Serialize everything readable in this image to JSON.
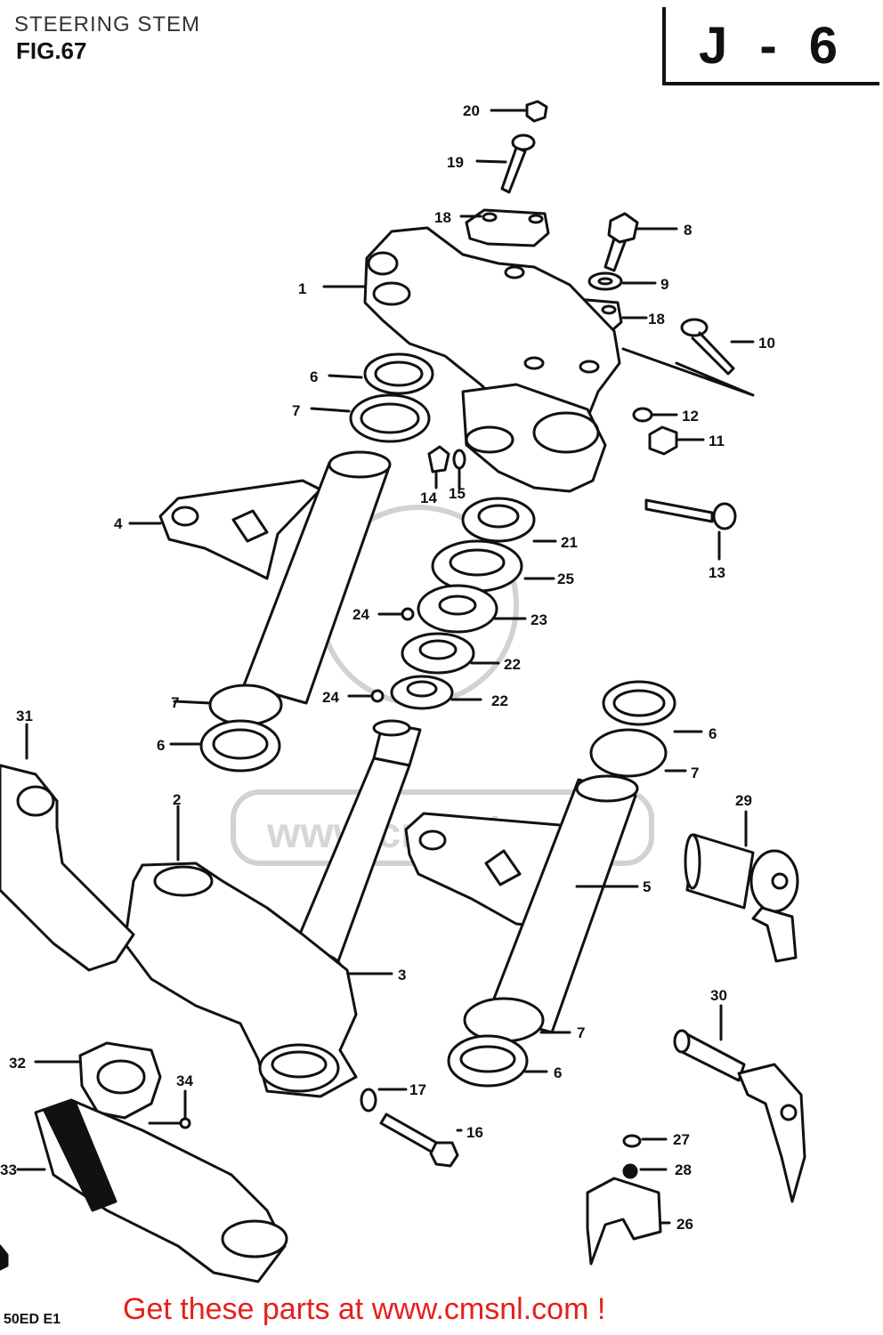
{
  "header": {
    "title": "STEERING STEM",
    "figure": "FIG.67",
    "sheet_code": "J - 6"
  },
  "callouts": {
    "c1": "1",
    "c2": "2",
    "c3": "3",
    "c4": "4",
    "c5": "5",
    "c6a": "6",
    "c6b": "6",
    "c6c": "6",
    "c6d": "6",
    "c7a": "7",
    "c7b": "7",
    "c7c": "7",
    "c7d": "7",
    "c8": "8",
    "c9": "9",
    "c10": "10",
    "c11": "11",
    "c12": "12",
    "c13": "13",
    "c14": "14",
    "c15": "15",
    "c16": "16",
    "c17": "17",
    "c18a": "18",
    "c18b": "18",
    "c19": "19",
    "c20": "20",
    "c21": "21",
    "c22a": "22",
    "c22b": "22",
    "c23": "23",
    "c24a": "24",
    "c24b": "24",
    "c25": "25",
    "c26": "26",
    "c27": "27",
    "c28": "28",
    "c29": "29",
    "c30": "30",
    "c31": "31",
    "c32": "32",
    "c33": "33",
    "c34": "34"
  },
  "watermark": "www.cmsnl.com",
  "footer": {
    "model_code": "50ED E1",
    "promo": "Get these parts at www.cmsnl.com !"
  }
}
